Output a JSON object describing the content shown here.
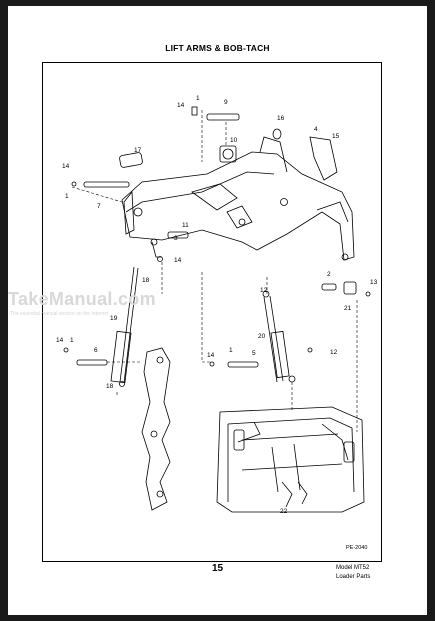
{
  "header": {
    "title": "LIFT ARMS & BOB-TACH"
  },
  "watermark": {
    "brand": "TakeManual.com",
    "tagline": "The essential manual service on the Internet"
  },
  "diagram": {
    "code": "PE-2040",
    "callouts": [
      "14",
      "1",
      "9",
      "16",
      "4",
      "15",
      "10",
      "17",
      "14",
      "1",
      "7",
      "11",
      "3",
      "18",
      "14",
      "12",
      "20",
      "2",
      "13",
      "21",
      "19",
      "14",
      "1",
      "6",
      "14",
      "1",
      "5",
      "12",
      "18",
      "22"
    ]
  },
  "footer": {
    "page_number": "15",
    "model": "Model MT52",
    "section": "Loader Parts"
  }
}
